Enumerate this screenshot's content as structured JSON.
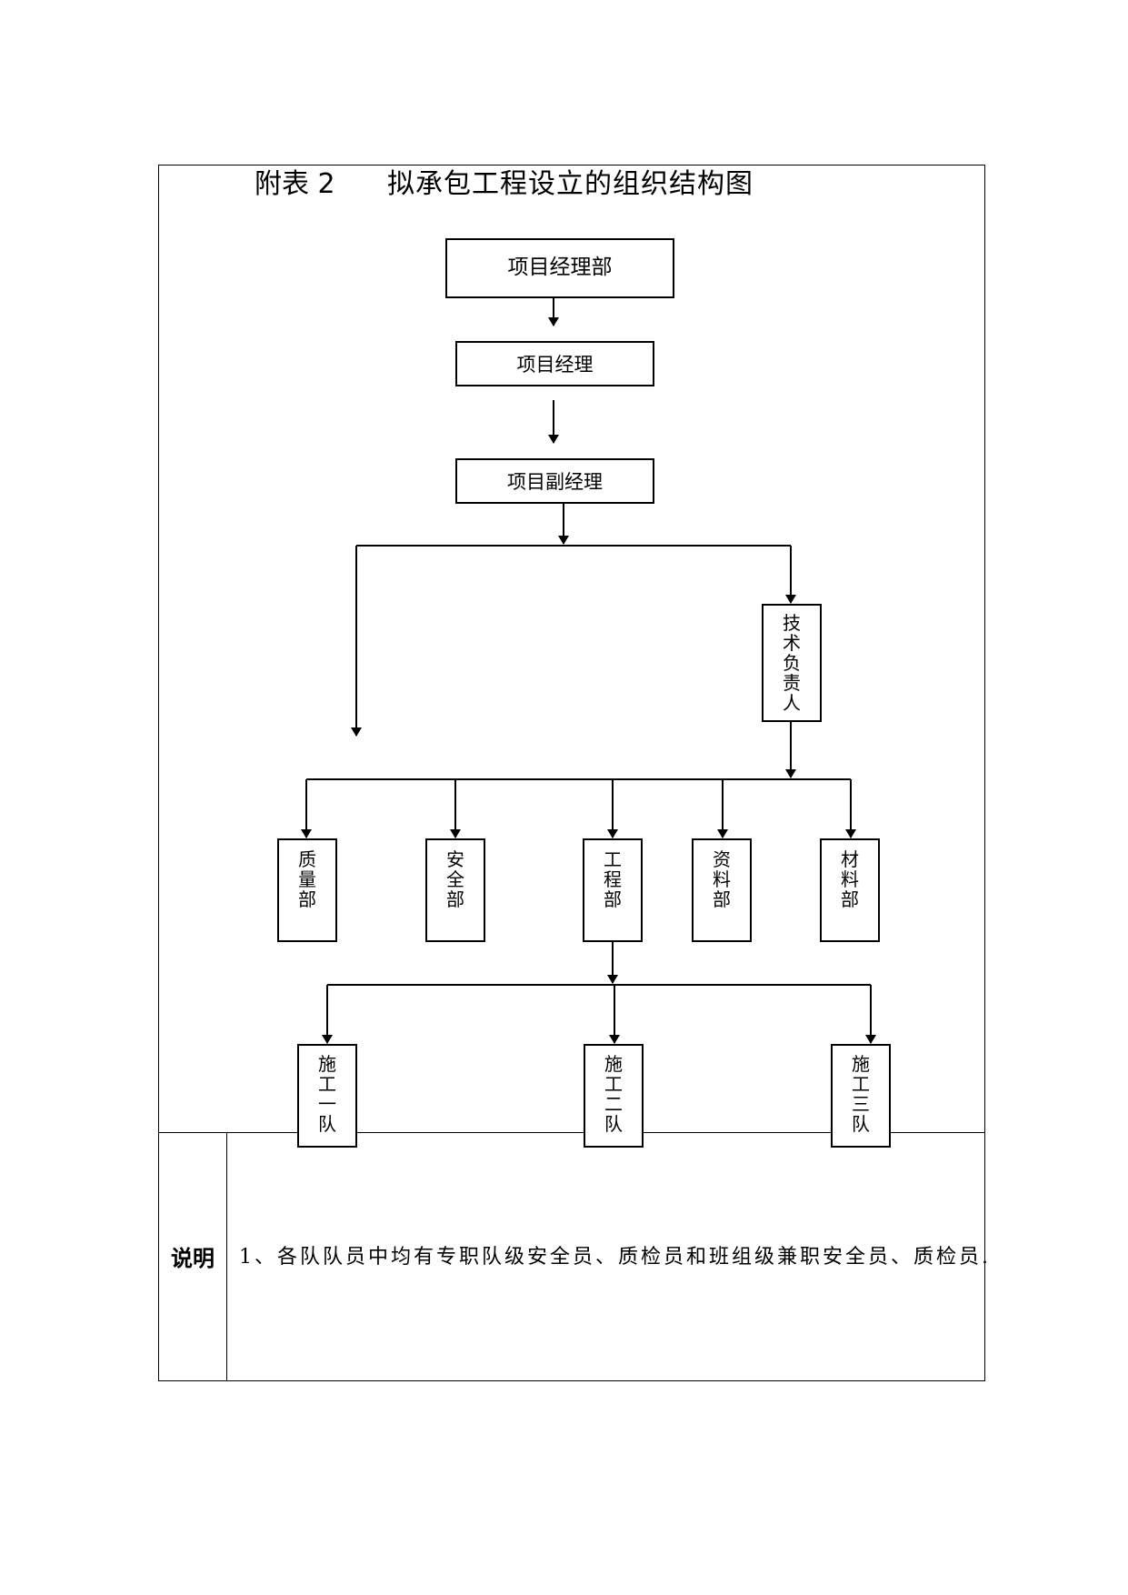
{
  "title": {
    "prefix": "附表 2",
    "main": "拟承包工程设立的组织结构图"
  },
  "org": {
    "top": "项目经理部",
    "manager": "项目经理",
    "deputy": "项目副经理",
    "tech_lead": "技术负责人",
    "departments": [
      "质量部",
      "安全部",
      "工程部",
      "资料部",
      "材料部"
    ],
    "teams": [
      "施工一队",
      "施工二队",
      "施工三队"
    ]
  },
  "notes": {
    "label": "说明",
    "items": [
      "1、各队队员中均有专职队级安全员、质检员和班组级兼职安全员、质检员."
    ]
  }
}
